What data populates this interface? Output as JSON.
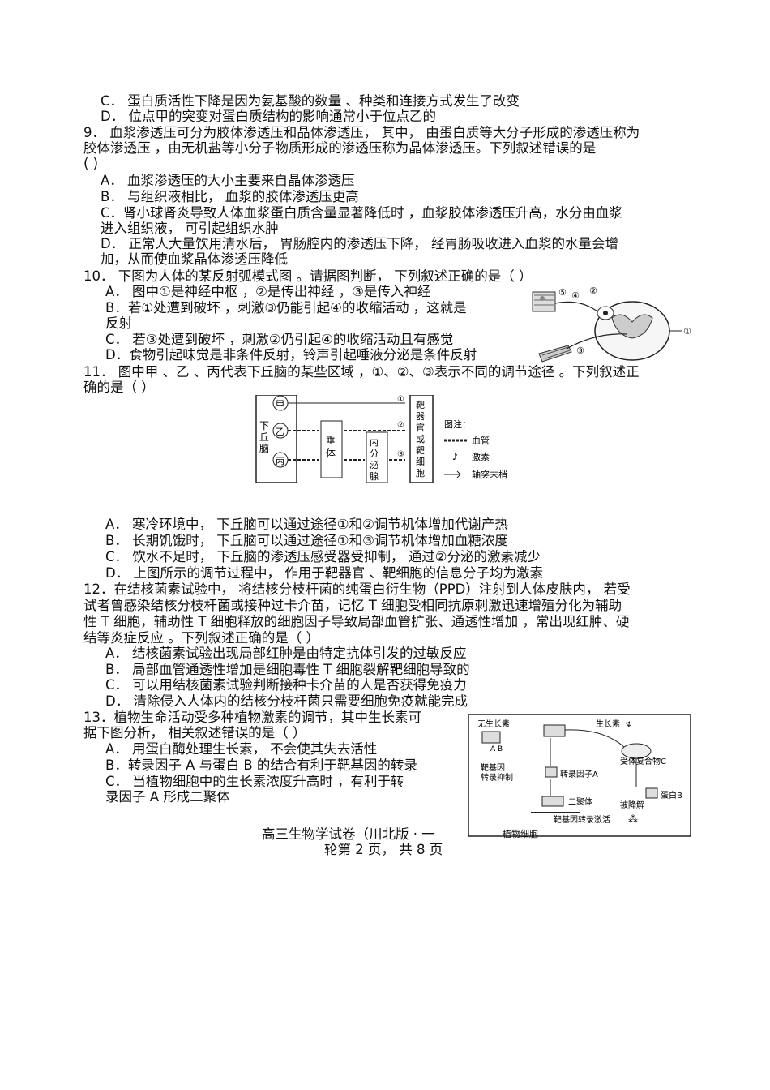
{
  "q8": {
    "C": "C．  蛋白质活性下降是因为氨基酸的数量 、种类和连接方式发生了改变",
    "D": "D．  位点甲的突变对蛋白质结构的影响通常小于位点乙的"
  },
  "q9": {
    "stem1": "9．  血浆渗透压可分为胶体渗透压和晶体渗透压，   其中，   由蛋白质等大分子形成的渗透压称为",
    "stem2": "胶体渗透压 ，由无机盐等小分子物质形成的渗透压称为晶体渗透压。下列叙述错误的是",
    "stem3": "(      )",
    "A": "A．  血浆渗透压的大小主要来自晶体渗透压",
    "B": "B．  与组织液相比，  血浆的胶体渗透压更高",
    "C1": "C．肾小球肾炎导致人体血浆蛋白质含量显著降低时 ，血浆胶体渗透压升高，水分由血浆",
    "C2": "进入组织液，  可引起组织水肿",
    "D1": "D．  正常人大量饮用清水后，  胃肠腔内的渗透压下降，  经胃肠吸收进入血浆的水量会增",
    "D2": "加，从而使血浆晶体渗透压降低"
  },
  "q10": {
    "stem": "10．  下图为人体的某反射弧模式图 。请据图判断，  下列叙述正确的是（     ）",
    "A": "A．  图中①是神经中枢 ，②是传出神经 ，③是传入神经",
    "B1": "B．若①处遭到破坏 ，刺激③仍能引起④的收缩活动 ，这就是",
    "B2": "反射",
    "C": "C．  若③处遭到破坏 ，刺激②仍引起④的收缩活动且有感觉",
    "D": "D．食物引起味觉是非条件反射，铃声引起唾液分泌是条件反射",
    "fig_labels": [
      "⑤",
      "④",
      "②",
      "③",
      "①"
    ]
  },
  "q11": {
    "stem1": "11．  图中甲 、乙 、丙代表下丘脑的某些区域 ，①、②、③表示不同的调节途径 。下列叙述正",
    "stem2": "确的是（   ）",
    "fig": {
      "hypothalamus": "下丘脑",
      "jia": "甲",
      "yi": "乙",
      "bing": "丙",
      "pituitary": "垂体",
      "gland": "内分泌腺",
      "target": "靶器官或靶细胞",
      "p1": "①",
      "p2": "②",
      "p3": "③",
      "legend_title": "图注：",
      "legend_vessel": "血管",
      "legend_hormone": "激素",
      "legend_axon": "轴突末梢"
    },
    "A": "A．    寒冷环境中，  下丘脑可以通过途径①和②调节机体增加代谢产热",
    "B": "B．    长期饥饿时，  下丘脑可以通过途径①和③调节机体增加血糖浓度",
    "C": "C．    饮水不足时，  下丘脑的渗透压感受器受抑制，   通过②分泌的激素减少",
    "D": "D．    上图所示的调节过程中，  作用于靶器官 、靶细胞的信息分子均为激素"
  },
  "q12": {
    "stem1": "12．在结核菌素试验中，   将结核分枝杆菌的纯蛋白衍生物（PPD）注射到人体皮肤内，   若受",
    "stem2": "试者曾感染结核分枝杆菌或接种过卡介苗，记忆 T 细胞受相同抗原刺激迅速增殖分化为辅助",
    "stem3": "性 T 细胞，辅助性 T 细胞释放的细胞因子导致局部血管扩张、通透性增加 ，常出现红肿、硬",
    "stem4": "结等炎症反应 。下列叙述正确的是（    ）",
    "A": "A．  结核菌素试验出现局部红肿是由特定抗体引发的过敏反应",
    "B": "B．  局部血管通透性增加是细胞毒性 T 细胞裂解靶细胞导致的",
    "C": "C．  可以用结核菌素试验判断接种卡介苗的人是否获得免疫力",
    "D": "D．  清除侵入人体内的结核分枝杆菌只需要细胞免疫就能完成"
  },
  "q13": {
    "stem1": "13．植物生命活动受多种植物激素的调节，其中生长素可",
    "stem2": "据下图分析，  相关叙述错误的是（       ）",
    "A": "A．  用蛋白酶处理生长素，  不会使其失去活性",
    "B": "B．转录因子 A 与蛋白 B 的结合有利于靶基因的转录",
    "C1": "C．  当植物细胞中的生长素浓度升高时 ，有利于转",
    "C2": "录因子 A 形成二聚体",
    "fig": {
      "no_auxin": "无生长素",
      "auxin": "生长素",
      "receptor": "受体复合物C",
      "target_gene": "靶基因",
      "repressed": "转录抑制",
      "tfA": "转录因子A",
      "dimer": "二聚体",
      "activated": "靶基因转录激活",
      "degraded": "被降解",
      "proteinB": "蛋白B",
      "cell": "植物细胞"
    }
  },
  "footer": {
    "line1": "高三生物学试卷（川北版 · 一",
    "line2": "轮第 2 页，  共 8 页"
  }
}
